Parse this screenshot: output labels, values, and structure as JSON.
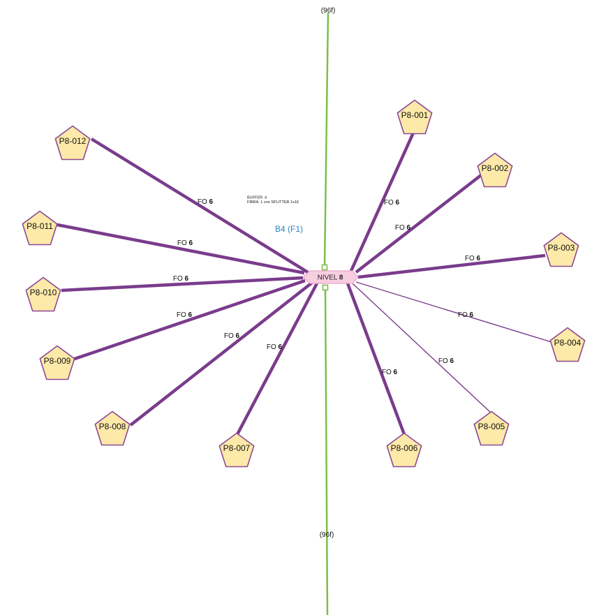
{
  "colors": {
    "trunk": "#7cbe4a",
    "link": "#7a3c8c",
    "node_fill": "#fde9a8",
    "node_stroke": "#8a4a96",
    "hub_fill": "#f7cde0",
    "hub_stroke": "#e7a6c5",
    "blue_label": "#2a84c6"
  },
  "trunk": {
    "top_label": "(96f)",
    "bottom_label": "(96f)"
  },
  "hub": {
    "prefix": "NIVEL",
    "number": "8"
  },
  "annotation": {
    "line1": "BUFFER: 4",
    "line2": "FIBRA: 1 con SPLITTER 1x16",
    "box": "B4 (F1)"
  },
  "nodes": [
    {
      "id": "P8-001",
      "link_prefix": "FO",
      "link_count": "6",
      "weight": "thick"
    },
    {
      "id": "P8-002",
      "link_prefix": "FO",
      "link_count": "6",
      "weight": "thick"
    },
    {
      "id": "P8-003",
      "link_prefix": "FO",
      "link_count": "6",
      "weight": "thick"
    },
    {
      "id": "P8-004",
      "link_prefix": "FO",
      "link_count": "6",
      "weight": "thin"
    },
    {
      "id": "P8-005",
      "link_prefix": "FO",
      "link_count": "6",
      "weight": "thin"
    },
    {
      "id": "P8-006",
      "link_prefix": "FO",
      "link_count": "6",
      "weight": "thick"
    },
    {
      "id": "P8-007",
      "link_prefix": "FO",
      "link_count": "6",
      "weight": "thick"
    },
    {
      "id": "P8-008",
      "link_prefix": "FO",
      "link_count": "6",
      "weight": "thick"
    },
    {
      "id": "P8-009",
      "link_prefix": "FO",
      "link_count": "6",
      "weight": "thick"
    },
    {
      "id": "P8-010",
      "link_prefix": "FO",
      "link_count": "6",
      "weight": "thick"
    },
    {
      "id": "P8-011",
      "link_prefix": "FO",
      "link_count": "6",
      "weight": "thick"
    },
    {
      "id": "P8-012",
      "link_prefix": "FO",
      "link_count": "6",
      "weight": "thick"
    }
  ]
}
